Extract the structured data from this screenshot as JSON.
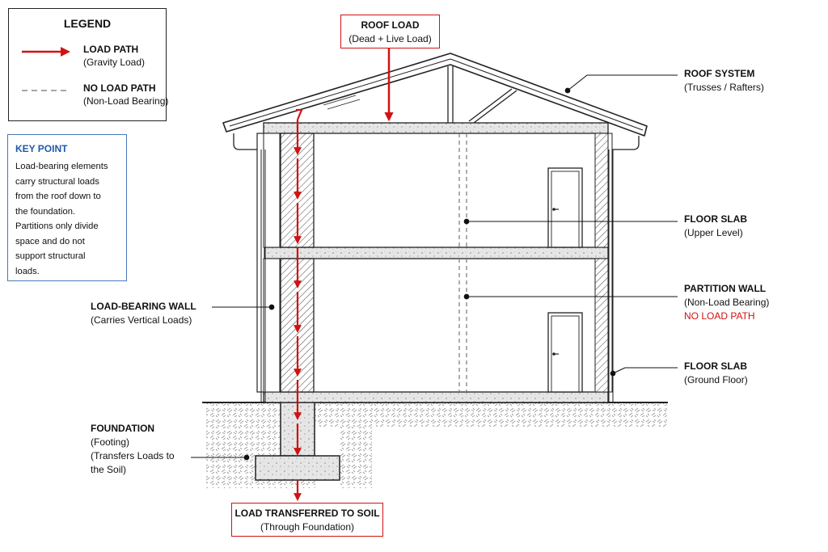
{
  "legend": {
    "title": "LEGEND",
    "load_path": {
      "label": "LOAD PATH",
      "sub": "(Gravity Load)"
    },
    "no_load_path": {
      "label": "NO LOAD PATH",
      "sub": "(Non-Load Bearing)"
    }
  },
  "key_point": {
    "title": "KEY POINT",
    "lines": [
      "Load-bearing elements",
      "carry structural loads",
      "from the roof down to",
      "the foundation.",
      "Partitions only divide",
      "space and do not",
      "support structural",
      "loads."
    ]
  },
  "roof_load": {
    "label": "ROOF LOAD",
    "sub": "(Dead + Live Load)"
  },
  "roof_system": {
    "label": "ROOF SYSTEM",
    "sub": "(Trusses / Rafters)"
  },
  "floor_slab_upper": {
    "label": "FLOOR SLAB",
    "sub": "(Upper Level)"
  },
  "partition_wall": {
    "label": "PARTITION WALL",
    "sub": "(Non-Load Bearing)",
    "note": "NO LOAD PATH"
  },
  "floor_slab_ground": {
    "label": "FLOOR SLAB",
    "sub": "(Ground Floor)"
  },
  "load_bearing_wall": {
    "label": "LOAD-BEARING WALL",
    "sub": "(Carries Vertical Loads)"
  },
  "foundation": {
    "label": "FOUNDATION",
    "sub1": "(Footing)",
    "sub2": "(Transfers Loads to",
    "sub3": "the Soil)"
  },
  "soil_transfer": {
    "label": "LOAD TRANSFERRED TO SOIL",
    "sub": "(Through Foundation)"
  },
  "colors": {
    "load_path": "#d01212",
    "key_point_border": "#4a79b8",
    "key_point_title": "#1f5aa8",
    "line": "#222222",
    "slab": "#e4e4e4"
  }
}
